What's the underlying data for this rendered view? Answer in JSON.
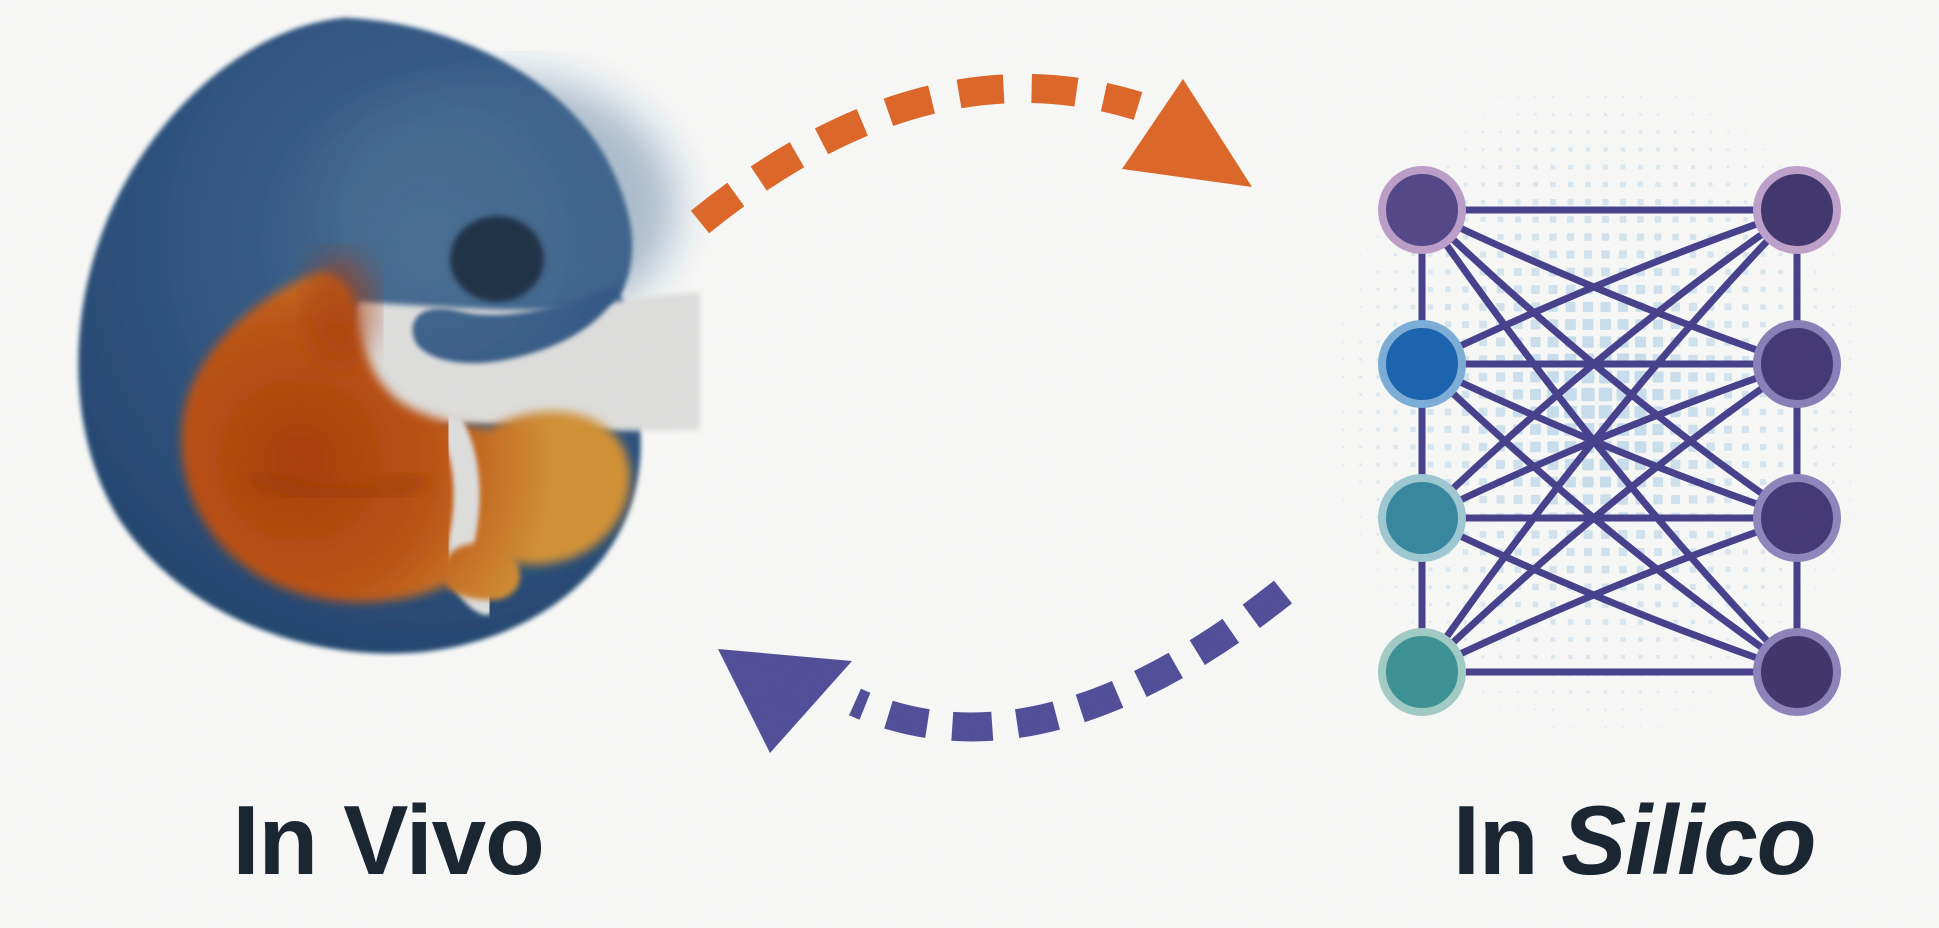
{
  "page": {
    "background": "#fdfdfc",
    "description": "In Vivo / In Silico cycle diagram"
  },
  "left_panel": {
    "label": "In Vivo",
    "illustration": "mouse-embryo"
  },
  "right_panel": {
    "label_prefix": "In",
    "label_emphasis": "Silico",
    "illustration": "neural-network"
  },
  "arrows": {
    "forward": {
      "direction": "in-vivo-to-in-silico",
      "style": "dashed-arc",
      "color": "#e26a2c"
    },
    "backward": {
      "direction": "in-silico-to-in-vivo",
      "style": "dashed-arc",
      "color": "#55519d"
    }
  },
  "palette": {
    "background": "#fdfdfc",
    "text": "#1a2733",
    "embryo_blue_light": "#547ca6",
    "embryo_blue_mid": "#40699a",
    "embryo_blue_deep": "#2c5380",
    "embryo_head_light": "#5d88b0",
    "embryo_eye": "#2b3c55",
    "embryo_orange_core": "#c24a12",
    "embryo_orange_mid": "#d8631f",
    "embryo_orange_rim": "#efa743",
    "embryo_crease": "#a63d0e"
  },
  "network": {
    "edge_color": "#4b4390",
    "halftone_color": "#c9e1f0",
    "input_nodes": [
      {
        "fill": "#584b8d",
        "ring": "#c1a3ce"
      },
      {
        "fill": "#1d67b3",
        "ring": "#7fb2dc"
      },
      {
        "fill": "#3a8ba3",
        "ring": "#a3cdd7"
      },
      {
        "fill": "#3f9697",
        "ring": "#a5d0c9"
      }
    ],
    "output_nodes": [
      {
        "fill": "#453a72",
        "ring": "#c3a5cf"
      },
      {
        "fill": "#473c79",
        "ring": "#8d84bd"
      },
      {
        "fill": "#473c79",
        "ring": "#938ac1"
      },
      {
        "fill": "#443970",
        "ring": "#9187bf"
      }
    ]
  }
}
